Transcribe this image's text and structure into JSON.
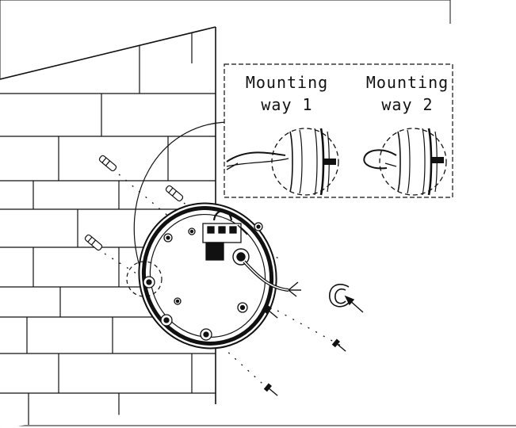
{
  "inset": {
    "way1": {
      "line1": "Mounting",
      "line2": "way 1"
    },
    "way2": {
      "line1": "Mounting",
      "line2": "way 2"
    }
  },
  "colors": {
    "ink": "#111111",
    "paper": "#ffffff",
    "wire": "#333333"
  }
}
